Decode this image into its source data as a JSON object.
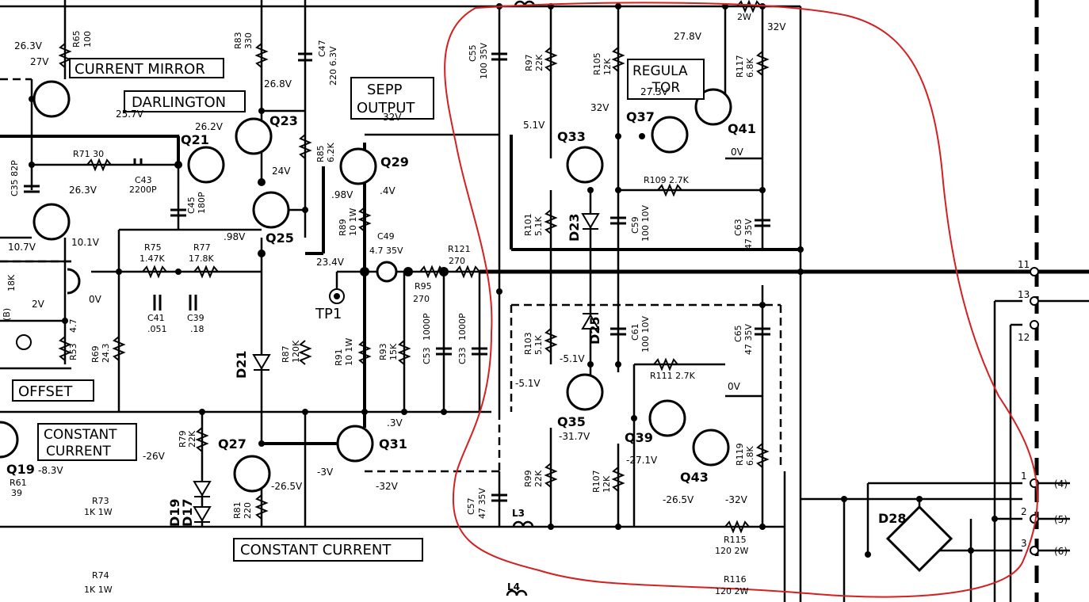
{
  "boxes": {
    "current_mirror": "CURRENT MIRROR",
    "darlington": "DARLINGTON",
    "sepp_line1": "SEPP",
    "sepp_line2": "OUTPUT",
    "regulator_line1": "REGULA",
    "regulator_line2": "-TOR",
    "offset": "OFFSET",
    "constant_current_left_1": "CONSTANT",
    "constant_current_left_2": "CURRENT",
    "constant_current_bottom": "CONSTANT CURRENT"
  },
  "transistors": {
    "q19": "Q19",
    "q21": "Q21",
    "q23": "Q23",
    "q25": "Q25",
    "q27": "Q27",
    "q29": "Q29",
    "q31": "Q31",
    "q33": "Q33",
    "q35": "Q35",
    "q37": "Q37",
    "q39": "Q39",
    "q41": "Q41",
    "q43": "Q43"
  },
  "diodes": {
    "d17": "D17",
    "d19": "D19",
    "d21": "D21",
    "d23": "D23",
    "d25": "D25",
    "d28": "D28"
  },
  "inductors": {
    "l3": "L3",
    "l4": "L4"
  },
  "test_point": "TP1",
  "components": {
    "r65": "R65",
    "r65v": "100",
    "r83": "R83",
    "r83v": "330",
    "c47": "C47",
    "c47v": "220 6.3V",
    "r71": "R71  30",
    "c43": "C43",
    "c43v": "2200P",
    "c45": "C45",
    "c45v": "180P",
    "c35": "C35 82P",
    "r85": "R85",
    "r85v": "6.2K",
    "r89": "R89",
    "r89v": "10 1W",
    "c49": "C49",
    "c49v": "4.7  35V",
    "r75": "R75",
    "r75v": "1.47K",
    "r77": "R77",
    "r77v": "17.8K",
    "c41": "C41",
    "c41v": ".051",
    "c39": "C39",
    "c39v": ".18",
    "r69": "R69",
    "r69v": "24.3",
    "r53": "R53",
    "r53v": "4.7",
    "r87": "R87",
    "r87v": "120K",
    "r91": "R91",
    "r91v": "10 1W",
    "r93": "R93",
    "r93v": "15K",
    "c53": "C53",
    "c53v": "1000P",
    "c33": "C33",
    "c33v": "1000P",
    "r95": "R95",
    "r95v": "270",
    "r121": "R121",
    "r121v": "270",
    "r79": "R79",
    "r79v": "22K",
    "r81": "R81",
    "r81v": "220",
    "r61": "R61",
    "r61v": "39",
    "r73": "R73",
    "r73v": "1K  1W",
    "r74": "R74",
    "r74v": "1K  1W",
    "c55": "C55",
    "c55v": "100 35V",
    "r97": "R97",
    "r97v": "22K",
    "r105": "R105",
    "r105v": "12K",
    "r117": "R117",
    "r117v": "6.8K",
    "r2w": "2W",
    "r101": "R101",
    "r101v": "5.1K",
    "c59": "C59",
    "c59v": "100 10V",
    "c63": "C63",
    "c63v": "47 35V",
    "r109": "R109   2.7K",
    "r103": "R103",
    "r103v": "5.1K",
    "c61": "C61",
    "c61v": "100 10V",
    "c65": "C65",
    "c65v": "47 35V",
    "r111": "R111   2.7K",
    "r99": "R99",
    "r99v": "22K",
    "r107": "R107",
    "r107v": "12K",
    "r119": "R119",
    "r119v": "6.8K",
    "c57": "C57",
    "c57v": "47 35V",
    "r115": "R115",
    "r115v": "120  2W",
    "r116": "R116",
    "r116v": "120 2W",
    "r_left1": "18K",
    "r_left2": "(B)"
  },
  "voltages": {
    "v26_3a": "26.3V",
    "v27": "27V",
    "v25_7": "25.7V",
    "v26_2": "26.2V",
    "v26_8": "26.8V",
    "v24": "24V",
    "v32a": "32V",
    "v_98a": ".98V",
    "v_98b": ".98V",
    "v_4": ".4V",
    "v26_3b": "26.3V",
    "v10_7": "10.7V",
    "v10_1": "10.1V",
    "v2": "2V",
    "v0a": "0V",
    "v23_4": "23.4V",
    "v_3": ".3V",
    "vm3": "-3V",
    "vm32a": "-32V",
    "vm26a": "-26V",
    "vm8_3": "-8.3V",
    "vm26_5a": "-26.5V",
    "v27_8": "27.8V",
    "v32b": "32V",
    "v27_3": "27.3V",
    "v32c": "32V",
    "v5_1": "5.1V",
    "v0b": "0V",
    "vm5_1a": "-5.1V",
    "vm5_1b": "-5.1V",
    "v0c": "0V",
    "vm31_7": "-31.7V",
    "vm27_1": "-27.1V",
    "vm26_5b": "-26.5V",
    "vm32b": "-32V"
  },
  "terminals": {
    "t11": "11",
    "t13": "13",
    "t12": "12",
    "t1": "1",
    "t2": "2",
    "t3": "3",
    "c4": "(4)",
    "c5": "(5)",
    "c6": "(6)"
  },
  "colors": {
    "ink": "#000000",
    "annotation": "#d42020",
    "paper": "#ffffff"
  }
}
